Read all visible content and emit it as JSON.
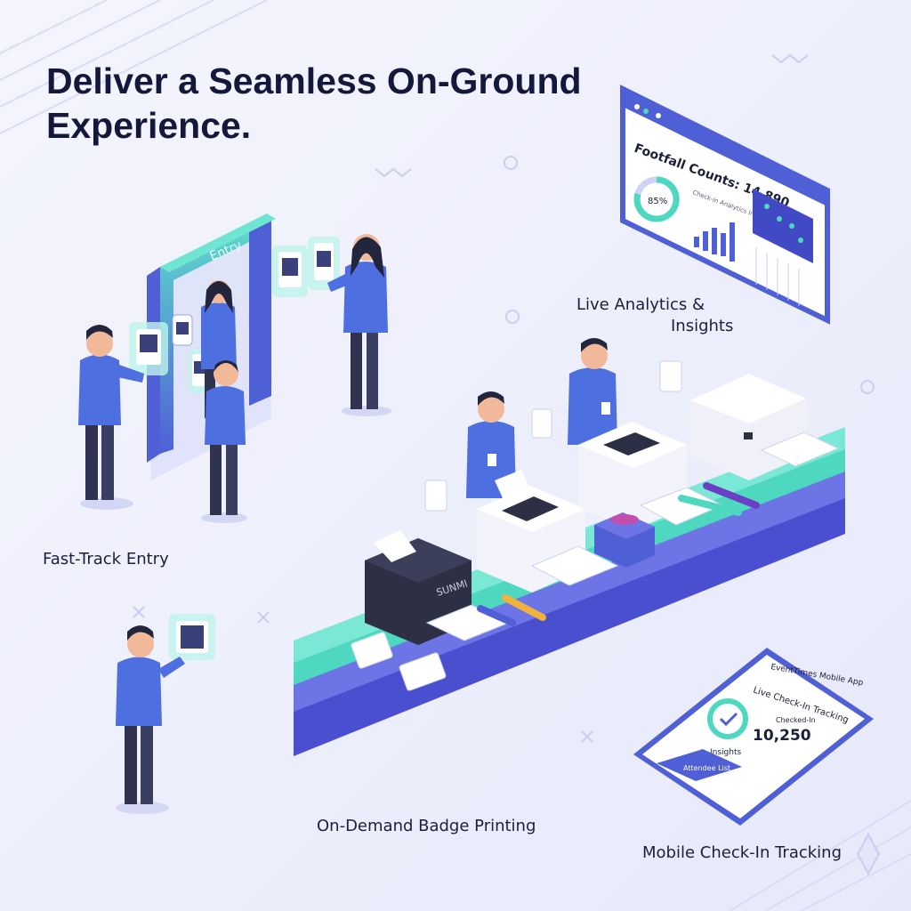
{
  "headline": {
    "line1": "Deliver a Seamless On-Ground",
    "line2": "Experience."
  },
  "features": {
    "entry": "Fast-Track Entry",
    "analytics_line1": "Live Analytics &",
    "analytics_line2": "Insights",
    "printing": "On-Demand Badge Printing",
    "mobile": "Mobile Check-In Tracking"
  },
  "gate": {
    "sign": "Entry"
  },
  "dashboard": {
    "title": "Footfall Counts: 14,890",
    "ring_value": "85%",
    "subtitle": "Check-in Analytics Insights"
  },
  "printer": {
    "brand": "SUNMI"
  },
  "phone": {
    "app_title": "EventTimes Mobile App",
    "heading": "Live Check-In Tracking",
    "caption": "Checked-In",
    "count": "10,250",
    "sub": "Insights",
    "button": "Attendee List"
  },
  "colors": {
    "background": "#eef0fb",
    "brand_blue": "#4f5fd6",
    "accent_teal": "#4fd8c0",
    "shirt_blue": "#4e6fe0",
    "text_dark": "#14183a"
  }
}
